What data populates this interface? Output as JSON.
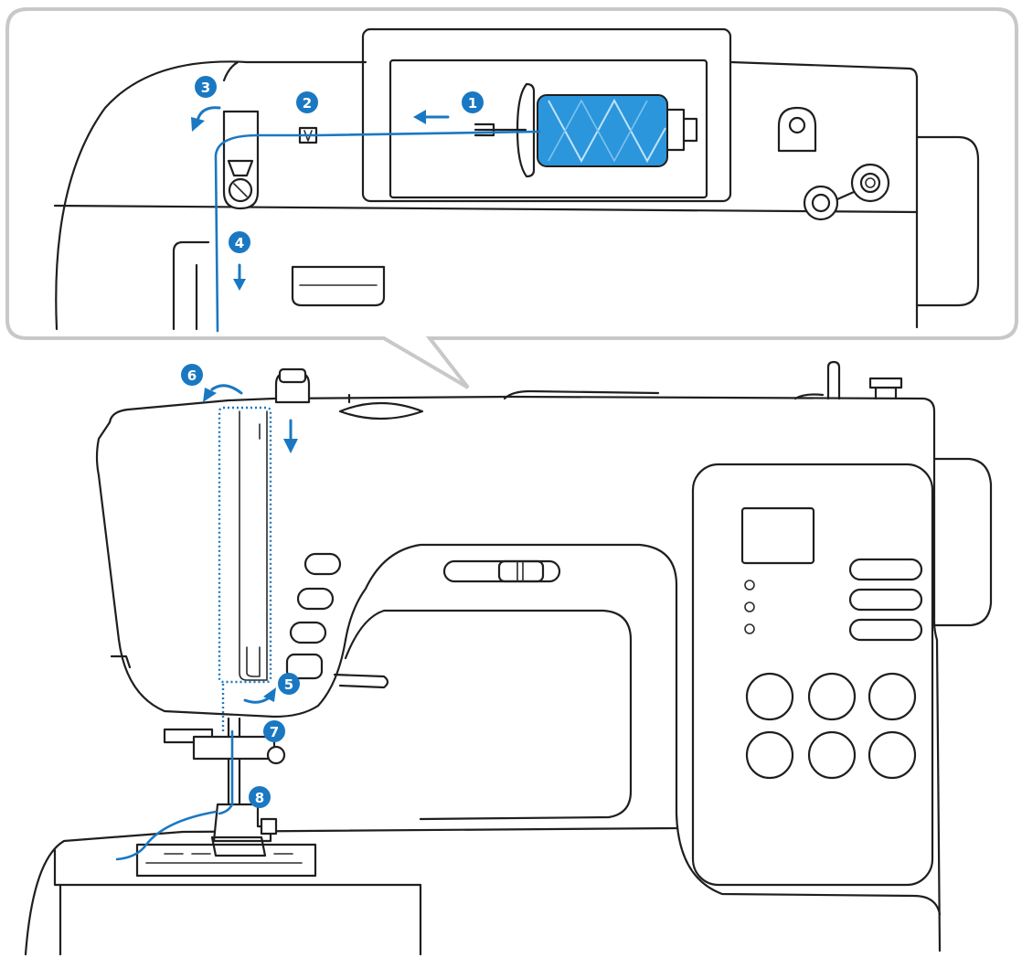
{
  "steps": [
    {
      "number": "1"
    },
    {
      "number": "2"
    },
    {
      "number": "3"
    },
    {
      "number": "4"
    },
    {
      "number": "5"
    },
    {
      "number": "6"
    },
    {
      "number": "7"
    },
    {
      "number": "8"
    }
  ],
  "colors": {
    "thread": "#1a78c2",
    "outline": "#1f1f1f",
    "callout_border": "#c8c8c8",
    "background": "#ffffff"
  }
}
